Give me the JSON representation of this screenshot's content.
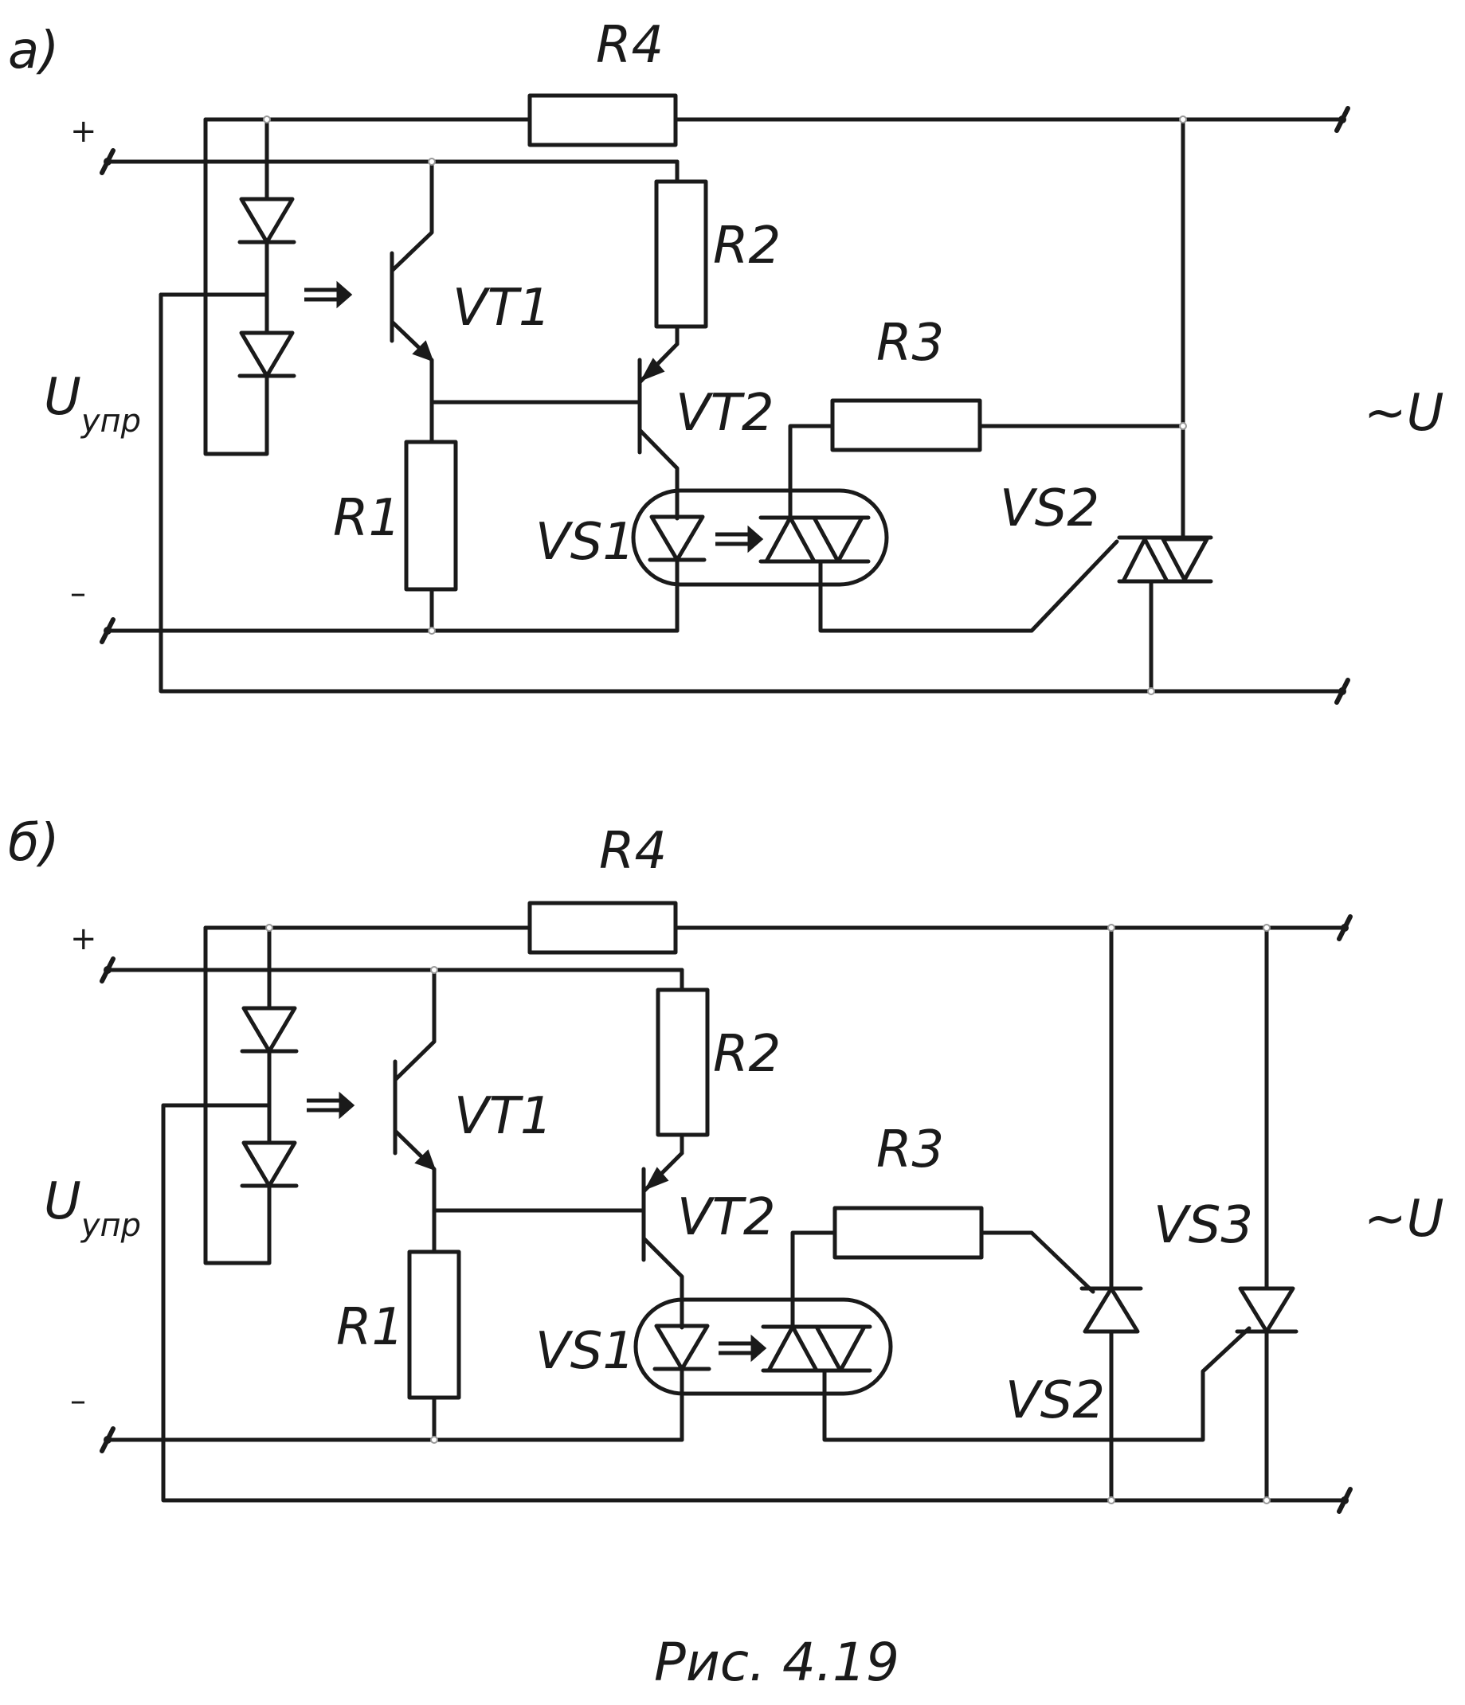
{
  "panels": [
    {
      "id": "a",
      "letter": "a)",
      "labels": {
        "r1": "R1",
        "r2": "R2",
        "r3": "R3",
        "r4": "R4",
        "vt1": "VT1",
        "vt2": "VT2",
        "vs1": "VS1",
        "vs2": "VS2",
        "u_main": "U",
        "u_sub": "упр",
        "ac": "~U",
        "plus": "+",
        "minus": "–"
      }
    },
    {
      "id": "b",
      "letter": "б)",
      "labels": {
        "r1": "R1",
        "r2": "R2",
        "r3": "R3",
        "r4": "R4",
        "vt1": "VT1",
        "vt2": "VT2",
        "vs1": "VS1",
        "vs2": "VS2",
        "vs3": "VS3",
        "u_main": "U",
        "u_sub": "упр",
        "ac": "~U",
        "plus": "+",
        "minus": "–"
      }
    }
  ],
  "caption": "Рис. 4.19"
}
